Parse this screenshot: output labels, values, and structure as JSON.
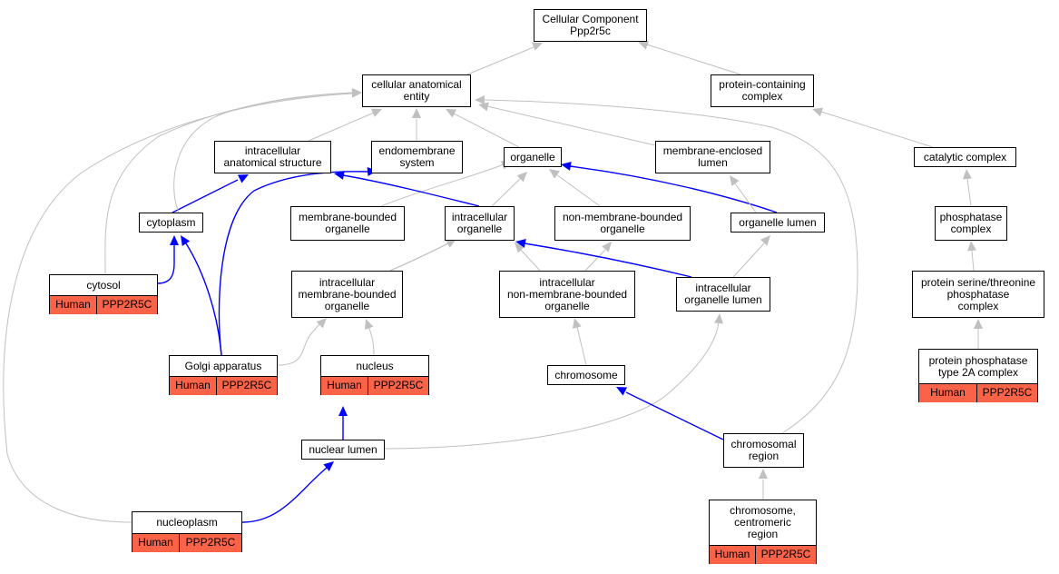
{
  "nodes": {
    "root": "Cellular Component\nPpp2r5c",
    "cae": "cellular anatomical\nentity",
    "pcc": "protein-containing\ncomplex",
    "ias": "intracellular\nanatomical structure",
    "endo": "endomembrane\nsystem",
    "organelle": "organelle",
    "mel": "membrane-enclosed\nlumen",
    "catalytic": "catalytic complex",
    "cytoplasm": "cytoplasm",
    "mbo": "membrane-bounded\norganelle",
    "io": "intracellular\norganelle",
    "nmbo": "non-membrane-bounded\norganelle",
    "olumen": "organelle lumen",
    "phosphatase": "phosphatase\ncomplex",
    "imbo": "intracellular\nmembrane-bounded\norganelle",
    "inmbo": "intracellular\nnon-membrane-bounded\norganelle",
    "iol": "intracellular\norganelle lumen",
    "pstp": "protein serine/threonine\nphosphatase\ncomplex",
    "cytosol": "cytosol",
    "golgi": "Golgi apparatus",
    "nucleus": "nucleus",
    "chromosome": "chromosome",
    "pp2a": "protein phosphatase\ntype 2A complex",
    "nlumen": "nuclear lumen",
    "chregion": "chromosomal\nregion",
    "nucleoplasm": "nucleoplasm",
    "centromeric": "chromosome,\ncentromeric\nregion"
  },
  "annotation": {
    "species": "Human",
    "gene": "PPP2R5C"
  },
  "colors": {
    "annotation_fill": "#fa6347",
    "is_a_edge": "#c0c0c0",
    "part_of_edge": "#0000ff"
  }
}
